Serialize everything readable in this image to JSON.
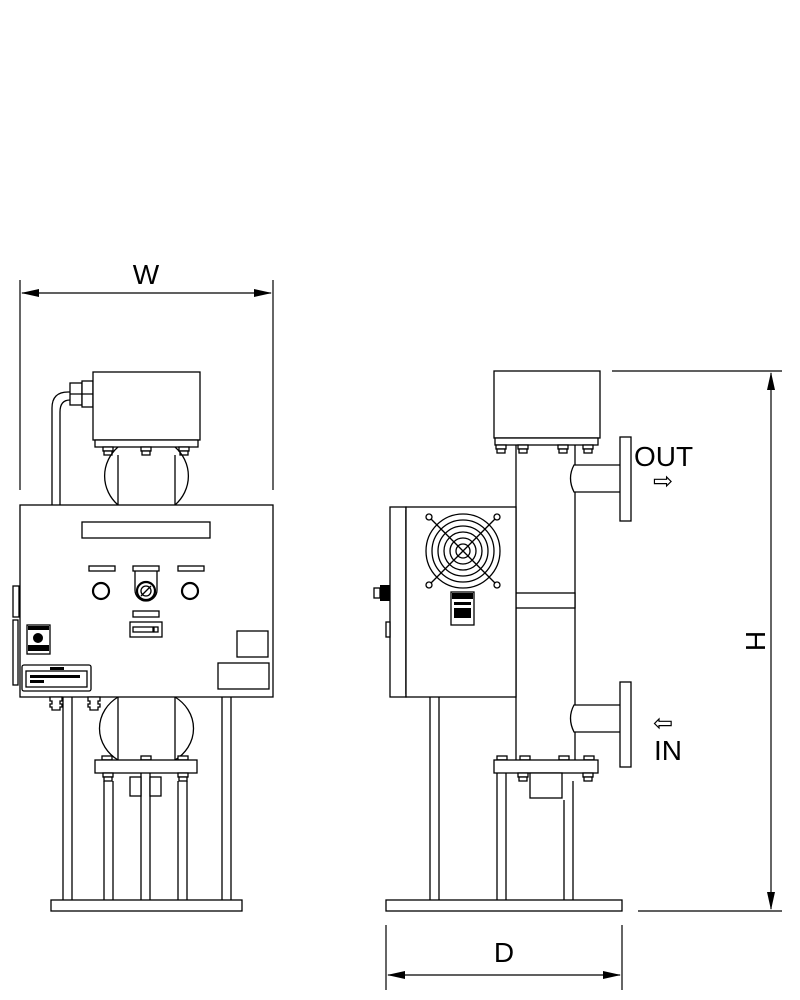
{
  "drawing": {
    "dimensions": {
      "width_label": "W",
      "height_label": "H",
      "depth_label": "D"
    },
    "ports": {
      "outlet_label": "OUT",
      "inlet_label": "IN"
    },
    "arrows": {
      "outlet_arrow": "⇨",
      "inlet_arrow": "⇦"
    }
  }
}
